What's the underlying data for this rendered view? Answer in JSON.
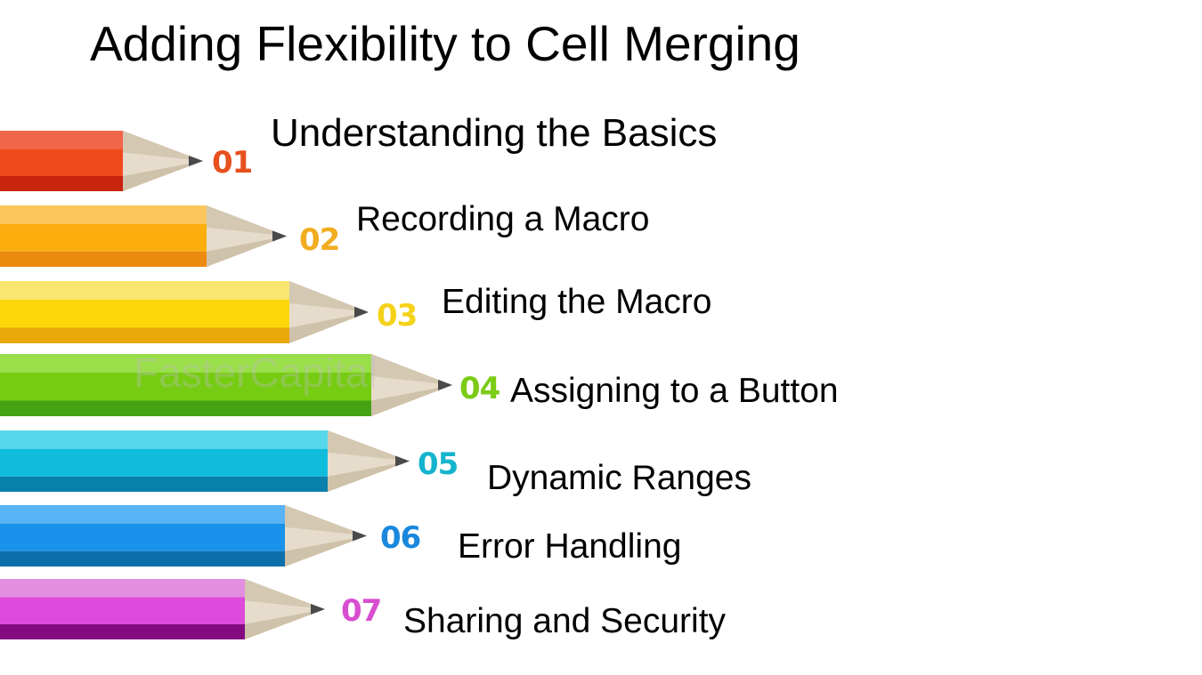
{
  "title": "Adding Flexibility to Cell Merging",
  "watermark": "FasterCapital",
  "steps": [
    {
      "number": "01",
      "label": "Understanding the Basics",
      "colors": {
        "light": "#f2664a",
        "main": "#f04a1c",
        "dark": "#c8240e",
        "number": "#e8501e"
      }
    },
    {
      "number": "02",
      "label": "Recording a Macro",
      "colors": {
        "light": "#f9c55c",
        "main": "#fbae0e",
        "dark": "#ec8a10",
        "number": "#f2ac20"
      }
    },
    {
      "number": "03",
      "label": "Editing the Macro",
      "colors": {
        "light": "#f8e670",
        "main": "#fcd80a",
        "dark": "#e8a80a",
        "number": "#f5d21a"
      }
    },
    {
      "number": "04",
      "label": "Assigning to a Button",
      "colors": {
        "light": "#9ade4a",
        "main": "#76cc12",
        "dark": "#45a212",
        "number": "#7ccb16"
      }
    },
    {
      "number": "05",
      "label": "Dynamic Ranges",
      "colors": {
        "light": "#56d8ea",
        "main": "#10bcdc",
        "dark": "#0a80ac",
        "number": "#16b4cc"
      }
    },
    {
      "number": "06",
      "label": "Error Handling",
      "colors": {
        "light": "#58b4f6",
        "main": "#1892ea",
        "dark": "#0b70aa",
        "number": "#1a88de"
      }
    },
    {
      "number": "07",
      "label": "Sharing and Security",
      "colors": {
        "light": "#e48ee2",
        "main": "#de4adc",
        "dark": "#840a82",
        "number": "#d84ed0"
      }
    }
  ]
}
